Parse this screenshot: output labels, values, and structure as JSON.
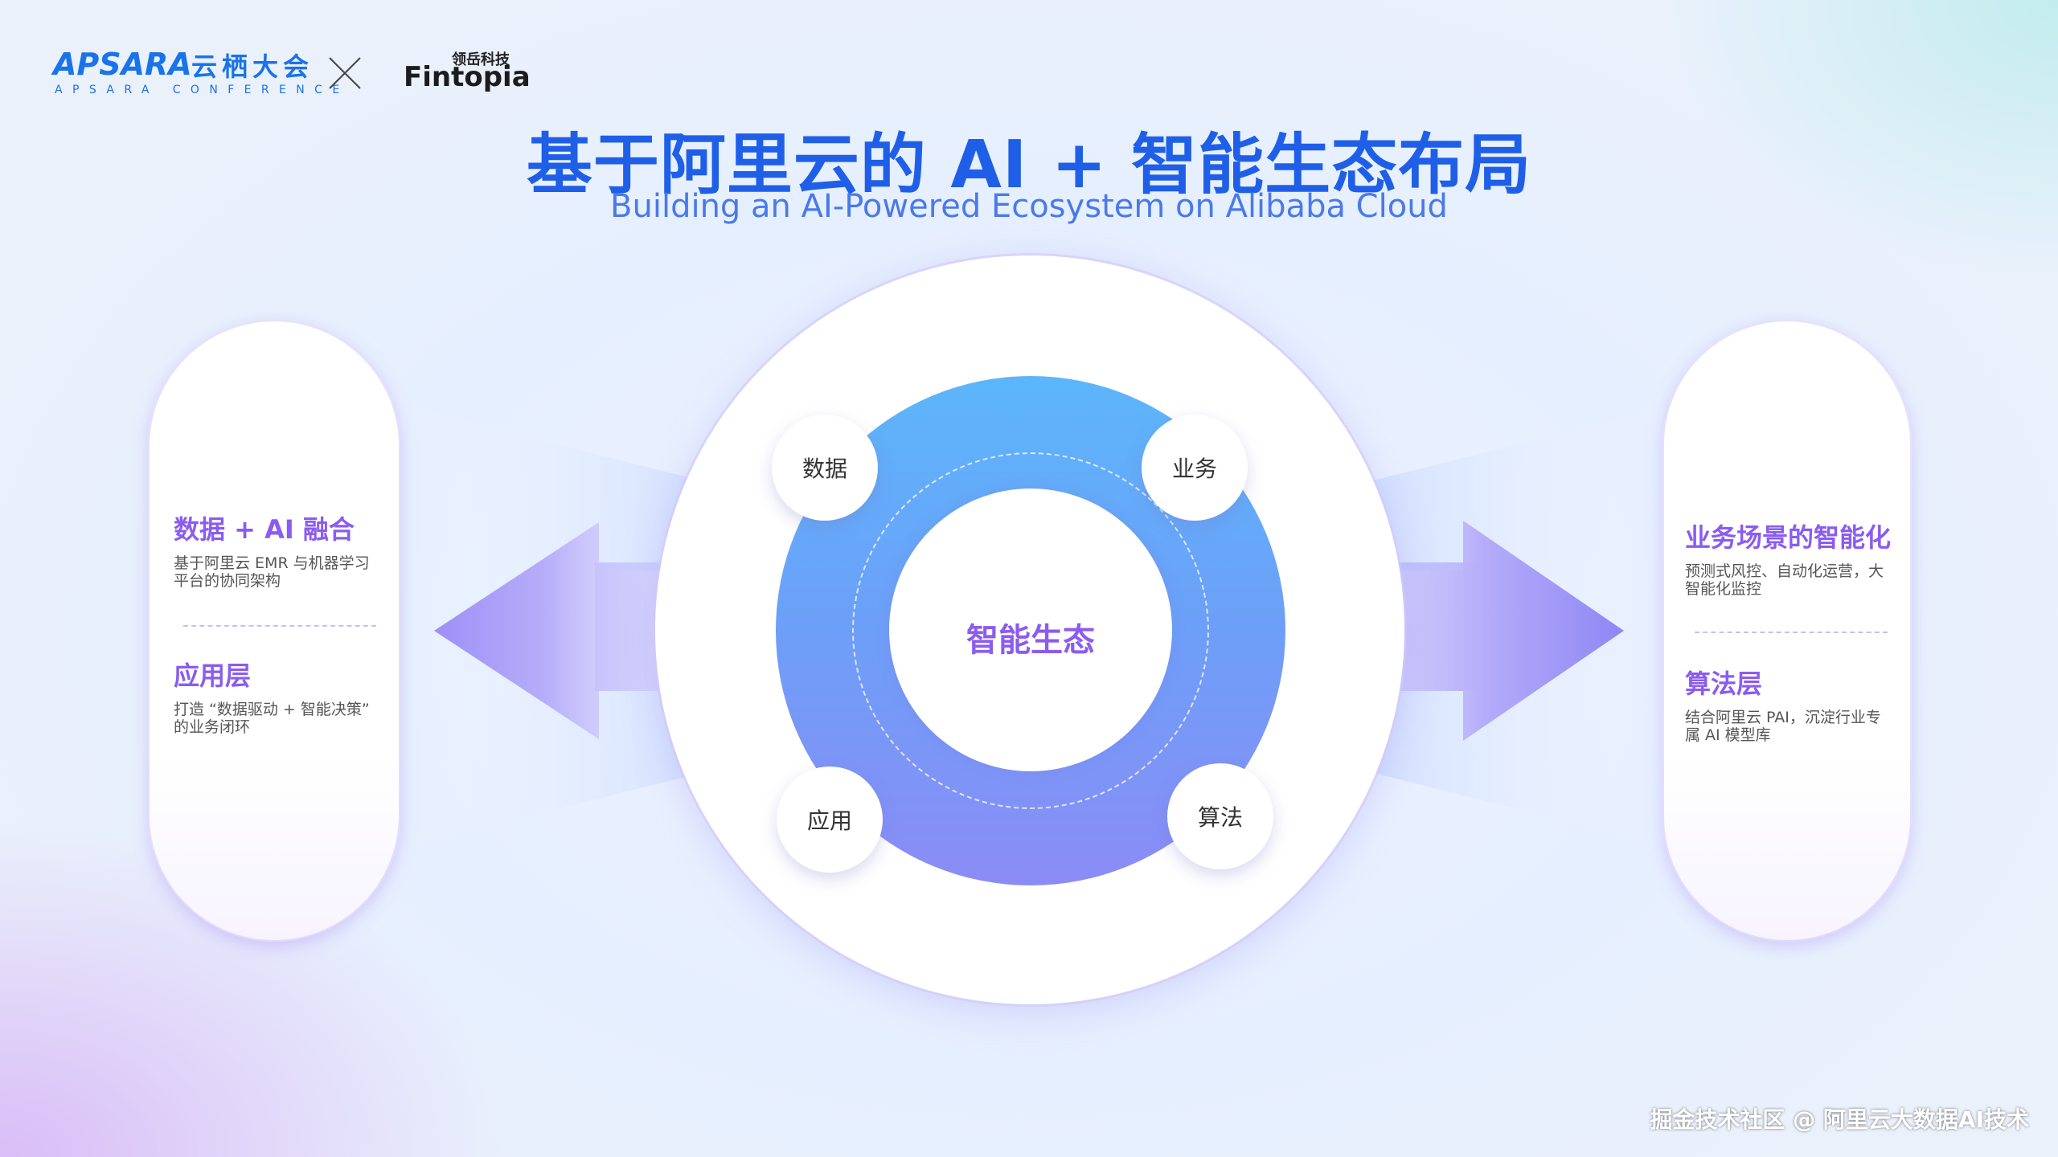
{
  "header": {
    "apsara_logo": "APSARA",
    "apsara_cn": "云栖大会",
    "apsara_sub": "APSARA CONFERENCE",
    "partner_cn": "领岳科技",
    "partner_logo": "Fintopia"
  },
  "title": "基于阿里云的 AI + 智能生态布局",
  "subtitle": "Building an AI-Powered Ecosystem on Alibaba Cloud",
  "ecosystem": {
    "center": "智能生态",
    "nodes": {
      "top_left": "数据",
      "top_right": "业务",
      "bottom_left": "应用",
      "bottom_right": "算法"
    }
  },
  "left_panel": {
    "section1_heading": "数据 + AI 融合",
    "section1_text": "基于阿里云 EMR 与机器学习平台的协同架构",
    "section2_heading": "应用层",
    "section2_text": "打造 “数据驱动 + 智能决策” 的业务闭环"
  },
  "right_panel": {
    "section1_heading": "业务场景的智能化",
    "section1_text": "预测式风控、自动化运营，大智能化监控",
    "section2_heading": "算法层",
    "section2_text": "结合阿里云 PAI，沉淀行业专属 AI 模型库"
  },
  "footer": "掘金技术社区 @ 阿里云大数据AI技术",
  "colors": {
    "title": "#1f5fe8",
    "accent_purple": "#8a5cf0",
    "ring_top": "#5cb6fb",
    "ring_bottom": "#8b8cf6"
  }
}
